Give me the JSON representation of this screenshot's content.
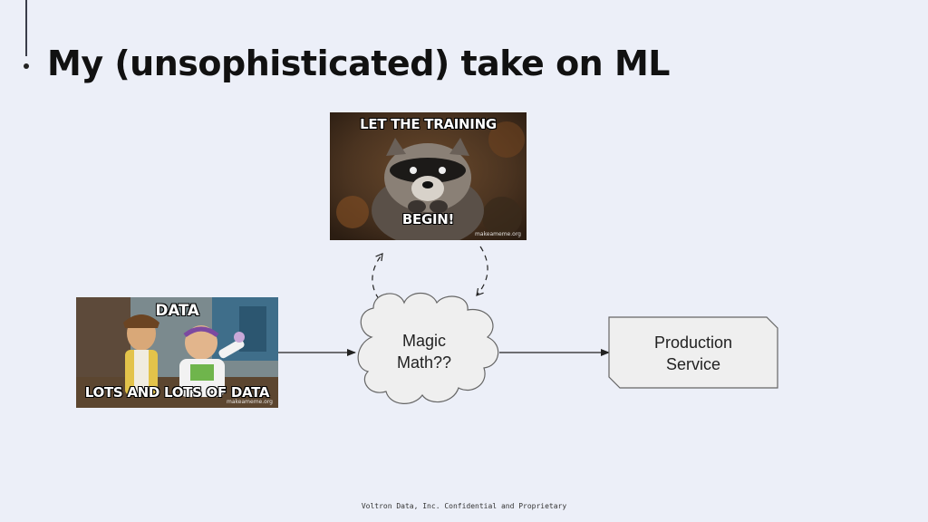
{
  "slide": {
    "title": "My (unsophisticated) take on ML",
    "footer": "Voltron Data, Inc. Confidential and Proprietary"
  },
  "memes": {
    "raccoon": {
      "top_text": "LET THE TRAINING",
      "bottom_text": "BEGIN!",
      "watermark": "makeameme.org"
    },
    "toystory": {
      "top_text": "DATA",
      "bottom_text": "LOTS AND LOTS OF DATA",
      "watermark": "makeameme.org"
    }
  },
  "diagram": {
    "cloud_label": [
      "Magic",
      "Math??"
    ],
    "production_label": [
      "Production",
      "Service"
    ]
  },
  "colors": {
    "background": "#eceff8",
    "node_fill": "#efefef",
    "node_stroke": "#666666",
    "arrow": "#222222"
  }
}
